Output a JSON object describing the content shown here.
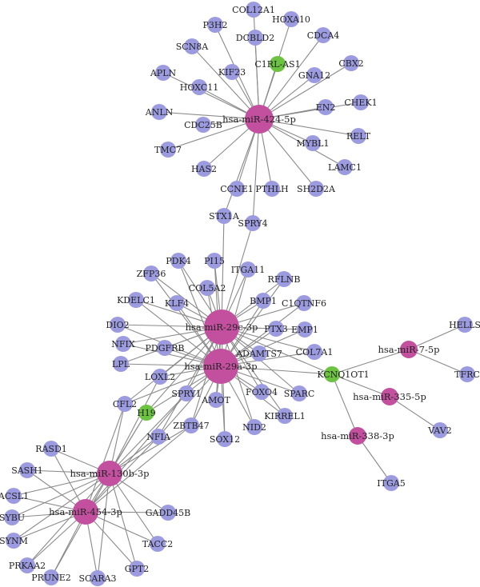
{
  "diagram": {
    "colors": {
      "gene": "#9d9be0",
      "mirna": "#c2509f",
      "lncrna": "#6cc241",
      "edge": "#8a8a8a"
    },
    "nodes": [
      {
        "id": "COL12A1",
        "label": "COL12A1",
        "type": "gene"
      },
      {
        "id": "P3H2",
        "label": "P3H2",
        "type": "gene"
      },
      {
        "id": "HOXA10",
        "label": "HOXA10",
        "type": "gene"
      },
      {
        "id": "DCBLD2",
        "label": "DCBLD2",
        "type": "gene"
      },
      {
        "id": "CDCA4",
        "label": "CDCA4",
        "type": "gene"
      },
      {
        "id": "SCN8A",
        "label": "SCN8A",
        "type": "gene"
      },
      {
        "id": "C1RL-AS1",
        "label": "C1RL-AS1",
        "type": "lncrna"
      },
      {
        "id": "CBX2",
        "label": "CBX2",
        "type": "gene"
      },
      {
        "id": "KIF23",
        "label": "KIF23",
        "type": "gene"
      },
      {
        "id": "APLN",
        "label": "APLN",
        "type": "gene"
      },
      {
        "id": "GNA12",
        "label": "GNA12",
        "type": "gene"
      },
      {
        "id": "HOXC11",
        "label": "HOXC11",
        "type": "gene"
      },
      {
        "id": "CHEK1",
        "label": "CHEK1",
        "type": "gene"
      },
      {
        "id": "EN2",
        "label": "EN2",
        "type": "gene"
      },
      {
        "id": "ANLN",
        "label": "ANLN",
        "type": "gene"
      },
      {
        "id": "hsa-miR-424-5p",
        "label": "hsa-miR-424-5p",
        "type": "mirna",
        "size": "large"
      },
      {
        "id": "CDC25B",
        "label": "CDC25B",
        "type": "gene"
      },
      {
        "id": "RELT",
        "label": "RELT",
        "type": "gene"
      },
      {
        "id": "MYBL1",
        "label": "MYBL1",
        "type": "gene"
      },
      {
        "id": "TMC7",
        "label": "TMC7",
        "type": "gene"
      },
      {
        "id": "LAMC1",
        "label": "LAMC1",
        "type": "gene"
      },
      {
        "id": "HAS2",
        "label": "HAS2",
        "type": "gene"
      },
      {
        "id": "CCNE1",
        "label": "CCNE1",
        "type": "gene"
      },
      {
        "id": "PTHLH",
        "label": "PTHLH",
        "type": "gene"
      },
      {
        "id": "SH2D2A",
        "label": "SH2D2A",
        "type": "gene"
      },
      {
        "id": "STX1A",
        "label": "STX1A",
        "type": "gene"
      },
      {
        "id": "SPRY4",
        "label": "SPRY4",
        "type": "gene"
      },
      {
        "id": "PDK4",
        "label": "PDK4",
        "type": "gene"
      },
      {
        "id": "PI15",
        "label": "PI15",
        "type": "gene"
      },
      {
        "id": "ITGA11",
        "label": "ITGA11",
        "type": "gene"
      },
      {
        "id": "ZFP36",
        "label": "ZFP36",
        "type": "gene"
      },
      {
        "id": "RFLNB",
        "label": "RFLNB",
        "type": "gene"
      },
      {
        "id": "COL5A2",
        "label": "COL5A2",
        "type": "gene"
      },
      {
        "id": "BMP1",
        "label": "BMP1",
        "type": "gene"
      },
      {
        "id": "KDELC1",
        "label": "KDELC1",
        "type": "gene"
      },
      {
        "id": "KLF4",
        "label": "KLF4",
        "type": "gene"
      },
      {
        "id": "C1QTNF6",
        "label": "C1QTNF6",
        "type": "gene"
      },
      {
        "id": "DIO2",
        "label": "DIO2",
        "type": "gene"
      },
      {
        "id": "hsa-miR-29c-3p",
        "label": "hsa-miR-29c-3p",
        "type": "mirna",
        "size": "xlarge"
      },
      {
        "id": "PTX3",
        "label": "PTX3",
        "type": "gene"
      },
      {
        "id": "EMP1",
        "label": "EMP1",
        "type": "gene"
      },
      {
        "id": "NFIX",
        "label": "NFIX",
        "type": "gene"
      },
      {
        "id": "PDGFRB",
        "label": "PDGFRB",
        "type": "gene"
      },
      {
        "id": "ADAMTS7",
        "label": "ADAMTS7",
        "type": "gene"
      },
      {
        "id": "COL7A1",
        "label": "COL7A1",
        "type": "gene"
      },
      {
        "id": "LPL",
        "label": "LPL",
        "type": "gene"
      },
      {
        "id": "hsa-miR-29a-3p",
        "label": "hsa-miR-29a-3p",
        "type": "mirna",
        "size": "xlarge"
      },
      {
        "id": "KCNQ1OT1",
        "label": "KCNQ1OT1",
        "type": "lncrna"
      },
      {
        "id": "LOXL2",
        "label": "LOXL2",
        "type": "gene"
      },
      {
        "id": "CFL2",
        "label": "CFL2",
        "type": "gene"
      },
      {
        "id": "SPRY1",
        "label": "SPRY1",
        "type": "gene"
      },
      {
        "id": "AMOT",
        "label": "AMOT",
        "type": "gene"
      },
      {
        "id": "FOXO4",
        "label": "FOXO4",
        "type": "gene"
      },
      {
        "id": "SPARC",
        "label": "SPARC",
        "type": "gene"
      },
      {
        "id": "H19",
        "label": "H19",
        "type": "lncrna"
      },
      {
        "id": "ZBTB47",
        "label": "ZBTB47",
        "type": "gene"
      },
      {
        "id": "KIRREL1",
        "label": "KIRREL1",
        "type": "gene"
      },
      {
        "id": "NFIA",
        "label": "NFIA",
        "type": "gene"
      },
      {
        "id": "NID2",
        "label": "NID2",
        "type": "gene"
      },
      {
        "id": "SOX12",
        "label": "SOX12",
        "type": "gene"
      },
      {
        "id": "RASD1",
        "label": "RASD1",
        "type": "gene"
      },
      {
        "id": "SASH1",
        "label": "SASH1",
        "type": "gene"
      },
      {
        "id": "hsa-miR-130b-3p",
        "label": "hsa-miR-130b-3p",
        "type": "mirna",
        "size": "medium"
      },
      {
        "id": "ACSL1",
        "label": "ACSL1",
        "type": "gene"
      },
      {
        "id": "SYBU",
        "label": "SYBU",
        "type": "gene"
      },
      {
        "id": "hsa-miR-454-3p",
        "label": "hsa-miR-454-3p",
        "type": "mirna",
        "size": "medium"
      },
      {
        "id": "GADD45B",
        "label": "GADD45B",
        "type": "gene"
      },
      {
        "id": "SYNM",
        "label": "SYNM",
        "type": "gene"
      },
      {
        "id": "TACC2",
        "label": "TACC2",
        "type": "gene"
      },
      {
        "id": "PRKAA2",
        "label": "PRKAA2",
        "type": "gene"
      },
      {
        "id": "PRUNE2",
        "label": "PRUNE2",
        "type": "gene"
      },
      {
        "id": "SCARA3",
        "label": "SCARA3",
        "type": "gene"
      },
      {
        "id": "GPT2",
        "label": "GPT2",
        "type": "gene"
      },
      {
        "id": "HELLS",
        "label": "HELLS",
        "type": "gene"
      },
      {
        "id": "hsa-miR-7-5p",
        "label": "hsa-miR-7-5p",
        "type": "mirna",
        "size": "small"
      },
      {
        "id": "TFRC",
        "label": "TFRC",
        "type": "gene"
      },
      {
        "id": "hsa-miR-335-5p",
        "label": "hsa-miR-335-5p",
        "type": "mirna",
        "size": "small"
      },
      {
        "id": "VAV2",
        "label": "VAV2",
        "type": "gene"
      },
      {
        "id": "hsa-miR-338-3p",
        "label": "hsa-miR-338-3p",
        "type": "mirna",
        "size": "small"
      },
      {
        "id": "ITGA5",
        "label": "ITGA5",
        "type": "gene"
      }
    ],
    "edges": [
      [
        "hsa-miR-424-5p",
        "COL12A1"
      ],
      [
        "hsa-miR-424-5p",
        "P3H2"
      ],
      [
        "hsa-miR-424-5p",
        "HOXA10"
      ],
      [
        "hsa-miR-424-5p",
        "DCBLD2"
      ],
      [
        "hsa-miR-424-5p",
        "CDCA4"
      ],
      [
        "hsa-miR-424-5p",
        "SCN8A"
      ],
      [
        "hsa-miR-424-5p",
        "C1RL-AS1"
      ],
      [
        "hsa-miR-424-5p",
        "CBX2"
      ],
      [
        "hsa-miR-424-5p",
        "KIF23"
      ],
      [
        "hsa-miR-424-5p",
        "APLN"
      ],
      [
        "hsa-miR-424-5p",
        "GNA12"
      ],
      [
        "hsa-miR-424-5p",
        "HOXC11"
      ],
      [
        "hsa-miR-424-5p",
        "CHEK1"
      ],
      [
        "hsa-miR-424-5p",
        "EN2"
      ],
      [
        "hsa-miR-424-5p",
        "ANLN"
      ],
      [
        "hsa-miR-424-5p",
        "CDC25B"
      ],
      [
        "hsa-miR-424-5p",
        "RELT"
      ],
      [
        "hsa-miR-424-5p",
        "MYBL1"
      ],
      [
        "hsa-miR-424-5p",
        "TMC7"
      ],
      [
        "hsa-miR-424-5p",
        "LAMC1"
      ],
      [
        "hsa-miR-424-5p",
        "HAS2"
      ],
      [
        "hsa-miR-424-5p",
        "CCNE1"
      ],
      [
        "hsa-miR-424-5p",
        "PTHLH"
      ],
      [
        "hsa-miR-424-5p",
        "SH2D2A"
      ],
      [
        "hsa-miR-424-5p",
        "STX1A"
      ],
      [
        "hsa-miR-424-5p",
        "SPRY4"
      ],
      [
        "hsa-miR-29c-3p",
        "STX1A"
      ],
      [
        "hsa-miR-29c-3p",
        "SPRY4"
      ],
      [
        "hsa-miR-29c-3p",
        "PDK4"
      ],
      [
        "hsa-miR-29c-3p",
        "PI15"
      ],
      [
        "hsa-miR-29c-3p",
        "ITGA11"
      ],
      [
        "hsa-miR-29c-3p",
        "ZFP36"
      ],
      [
        "hsa-miR-29c-3p",
        "RFLNB"
      ],
      [
        "hsa-miR-29c-3p",
        "COL5A2"
      ],
      [
        "hsa-miR-29c-3p",
        "BMP1"
      ],
      [
        "hsa-miR-29c-3p",
        "KDELC1"
      ],
      [
        "hsa-miR-29c-3p",
        "KLF4"
      ],
      [
        "hsa-miR-29c-3p",
        "C1QTNF6"
      ],
      [
        "hsa-miR-29c-3p",
        "DIO2"
      ],
      [
        "hsa-miR-29c-3p",
        "PTX3"
      ],
      [
        "hsa-miR-29c-3p",
        "EMP1"
      ],
      [
        "hsa-miR-29c-3p",
        "NFIX"
      ],
      [
        "hsa-miR-29c-3p",
        "PDGFRB"
      ],
      [
        "hsa-miR-29c-3p",
        "ADAMTS7"
      ],
      [
        "hsa-miR-29c-3p",
        "COL7A1"
      ],
      [
        "hsa-miR-29c-3p",
        "LPL"
      ],
      [
        "hsa-miR-29c-3p",
        "LOXL2"
      ],
      [
        "hsa-miR-29c-3p",
        "CFL2"
      ],
      [
        "hsa-miR-29c-3p",
        "SPRY1"
      ],
      [
        "hsa-miR-29c-3p",
        "AMOT"
      ],
      [
        "hsa-miR-29c-3p",
        "FOXO4"
      ],
      [
        "hsa-miR-29c-3p",
        "SPARC"
      ],
      [
        "hsa-miR-29c-3p",
        "H19"
      ],
      [
        "hsa-miR-29c-3p",
        "ZBTB47"
      ],
      [
        "hsa-miR-29c-3p",
        "KIRREL1"
      ],
      [
        "hsa-miR-29c-3p",
        "NFIA"
      ],
      [
        "hsa-miR-29c-3p",
        "NID2"
      ],
      [
        "hsa-miR-29c-3p",
        "SOX12"
      ],
      [
        "hsa-miR-29c-3p",
        "KCNQ1OT1"
      ],
      [
        "hsa-miR-29a-3p",
        "PDK4"
      ],
      [
        "hsa-miR-29a-3p",
        "PI15"
      ],
      [
        "hsa-miR-29a-3p",
        "ITGA11"
      ],
      [
        "hsa-miR-29a-3p",
        "ZFP36"
      ],
      [
        "hsa-miR-29a-3p",
        "RFLNB"
      ],
      [
        "hsa-miR-29a-3p",
        "COL5A2"
      ],
      [
        "hsa-miR-29a-3p",
        "BMP1"
      ],
      [
        "hsa-miR-29a-3p",
        "KDELC1"
      ],
      [
        "hsa-miR-29a-3p",
        "KLF4"
      ],
      [
        "hsa-miR-29a-3p",
        "C1QTNF6"
      ],
      [
        "hsa-miR-29a-3p",
        "DIO2"
      ],
      [
        "hsa-miR-29a-3p",
        "PTX3"
      ],
      [
        "hsa-miR-29a-3p",
        "EMP1"
      ],
      [
        "hsa-miR-29a-3p",
        "NFIX"
      ],
      [
        "hsa-miR-29a-3p",
        "PDGFRB"
      ],
      [
        "hsa-miR-29a-3p",
        "ADAMTS7"
      ],
      [
        "hsa-miR-29a-3p",
        "COL7A1"
      ],
      [
        "hsa-miR-29a-3p",
        "LPL"
      ],
      [
        "hsa-miR-29a-3p",
        "LOXL2"
      ],
      [
        "hsa-miR-29a-3p",
        "CFL2"
      ],
      [
        "hsa-miR-29a-3p",
        "SPRY1"
      ],
      [
        "hsa-miR-29a-3p",
        "AMOT"
      ],
      [
        "hsa-miR-29a-3p",
        "FOXO4"
      ],
      [
        "hsa-miR-29a-3p",
        "SPARC"
      ],
      [
        "hsa-miR-29a-3p",
        "H19"
      ],
      [
        "hsa-miR-29a-3p",
        "ZBTB47"
      ],
      [
        "hsa-miR-29a-3p",
        "KIRREL1"
      ],
      [
        "hsa-miR-29a-3p",
        "NFIA"
      ],
      [
        "hsa-miR-29a-3p",
        "NID2"
      ],
      [
        "hsa-miR-29a-3p",
        "SOX12"
      ],
      [
        "hsa-miR-29a-3p",
        "KCNQ1OT1"
      ],
      [
        "hsa-miR-130b-3p",
        "NFIA"
      ],
      [
        "hsa-miR-130b-3p",
        "ZBTB47"
      ],
      [
        "hsa-miR-130b-3p",
        "SPRY1"
      ],
      [
        "hsa-miR-130b-3p",
        "LOXL2"
      ],
      [
        "hsa-miR-130b-3p",
        "CFL2"
      ],
      [
        "hsa-miR-130b-3p",
        "H19"
      ],
      [
        "hsa-miR-130b-3p",
        "RASD1"
      ],
      [
        "hsa-miR-130b-3p",
        "SASH1"
      ],
      [
        "hsa-miR-130b-3p",
        "ACSL1"
      ],
      [
        "hsa-miR-130b-3p",
        "SYBU"
      ],
      [
        "hsa-miR-130b-3p",
        "SYNM"
      ],
      [
        "hsa-miR-130b-3p",
        "GADD45B"
      ],
      [
        "hsa-miR-130b-3p",
        "TACC2"
      ],
      [
        "hsa-miR-130b-3p",
        "PRKAA2"
      ],
      [
        "hsa-miR-130b-3p",
        "PRUNE2"
      ],
      [
        "hsa-miR-130b-3p",
        "SCARA3"
      ],
      [
        "hsa-miR-130b-3p",
        "GPT2"
      ],
      [
        "hsa-miR-454-3p",
        "NFIA"
      ],
      [
        "hsa-miR-454-3p",
        "ZBTB47"
      ],
      [
        "hsa-miR-454-3p",
        "SPRY1"
      ],
      [
        "hsa-miR-454-3p",
        "CFL2"
      ],
      [
        "hsa-miR-454-3p",
        "H19"
      ],
      [
        "hsa-miR-454-3p",
        "RASD1"
      ],
      [
        "hsa-miR-454-3p",
        "SASH1"
      ],
      [
        "hsa-miR-454-3p",
        "ACSL1"
      ],
      [
        "hsa-miR-454-3p",
        "SYBU"
      ],
      [
        "hsa-miR-454-3p",
        "SYNM"
      ],
      [
        "hsa-miR-454-3p",
        "GADD45B"
      ],
      [
        "hsa-miR-454-3p",
        "TACC2"
      ],
      [
        "hsa-miR-454-3p",
        "PRKAA2"
      ],
      [
        "hsa-miR-454-3p",
        "PRUNE2"
      ],
      [
        "hsa-miR-454-3p",
        "SCARA3"
      ],
      [
        "hsa-miR-454-3p",
        "GPT2"
      ],
      [
        "KCNQ1OT1",
        "hsa-miR-7-5p"
      ],
      [
        "KCNQ1OT1",
        "hsa-miR-335-5p"
      ],
      [
        "KCNQ1OT1",
        "hsa-miR-338-3p"
      ],
      [
        "hsa-miR-7-5p",
        "HELLS"
      ],
      [
        "hsa-miR-7-5p",
        "TFRC"
      ],
      [
        "hsa-miR-335-5p",
        "VAV2"
      ],
      [
        "hsa-miR-338-3p",
        "ITGA5"
      ]
    ]
  }
}
